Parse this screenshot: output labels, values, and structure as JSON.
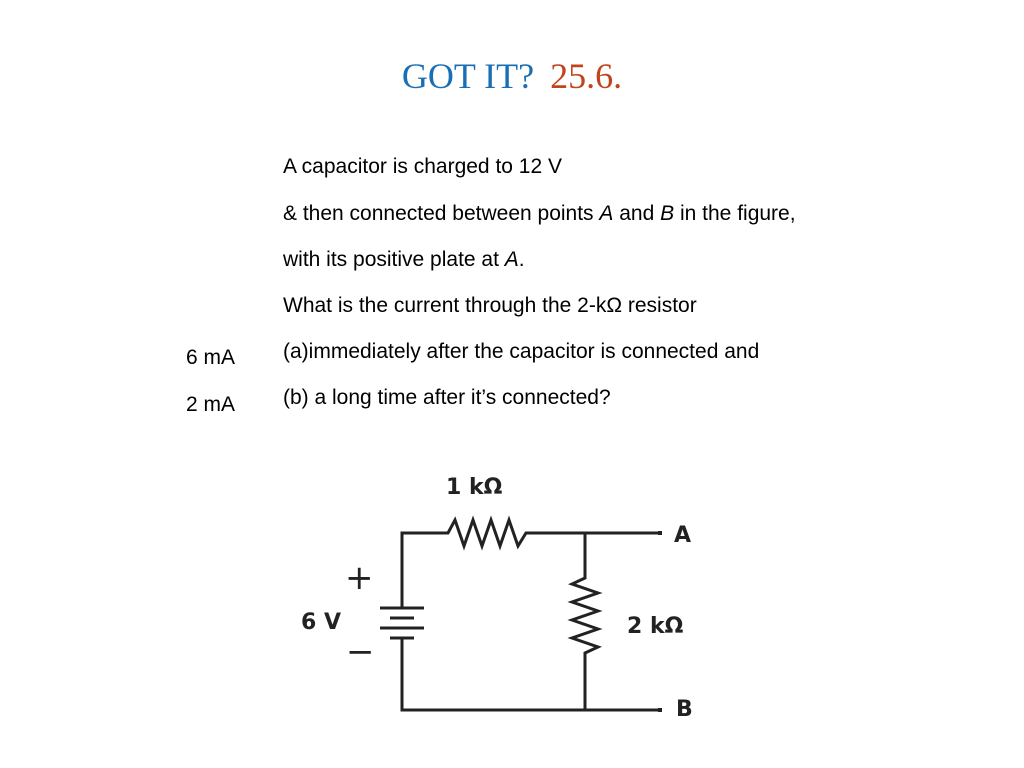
{
  "title": {
    "main": "GOT IT?",
    "number": "25.6."
  },
  "question": {
    "line1": "A capacitor is charged to 12 V",
    "line2_a": "& then connected between points ",
    "line2_A": "A",
    "line2_b": " and ",
    "line2_B": "B",
    "line2_c": " in the figure,",
    "line3_a": "with its positive plate at ",
    "line3_A": "A",
    "line3_b": ".",
    "line4": "What is the current through the 2-kΩ resistor",
    "line5": "(a)immediately after the capacitor is connected and",
    "line6": "(b)  a long time after it’s connected?"
  },
  "answers": {
    "a": "6 mA",
    "b": "2 mA"
  },
  "circuit": {
    "r1_label": "1 kΩ",
    "r2_label": "2 kΩ",
    "battery_label": "6 V",
    "plus_sign": "+",
    "minus_sign": "−",
    "terminal_a": "A",
    "terminal_b": "B"
  }
}
